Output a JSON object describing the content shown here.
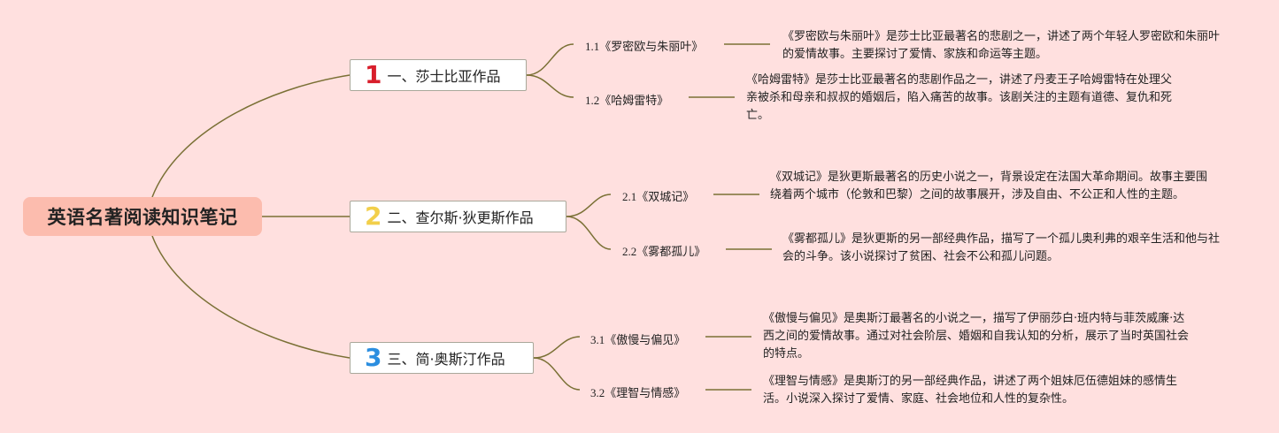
{
  "colors": {
    "background": "#ffe0df",
    "root_fill": "#fcbcae",
    "connector": "#7a7035",
    "num1": "#d81e2b",
    "num2": "#f2cf4a",
    "num3": "#2b8ee0"
  },
  "root": {
    "title": "英语名著阅读知识笔记"
  },
  "branches": [
    {
      "num": "1",
      "label": "一、莎士比亚作品",
      "children": [
        {
          "label": "1.1《罗密欧与朱丽叶》",
          "note": "《罗密欧与朱丽叶》是莎士比亚最著名的悲剧之一，讲述了两个年轻人罗密欧和朱丽叶的爱情故事。主要探讨了爱情、家族和命运等主题。"
        },
        {
          "label": "1.2《哈姆雷特》",
          "note": "《哈姆雷特》是莎士比亚最著名的悲剧作品之一，讲述了丹麦王子哈姆雷特在处理父亲被杀和母亲和叔叔的婚姻后，陷入痛苦的故事。该剧关注的主题有道德、复仇和死亡。"
        }
      ]
    },
    {
      "num": "2",
      "label": "二、查尔斯·狄更斯作品",
      "children": [
        {
          "label": "2.1《双城记》",
          "note": "《双城记》是狄更斯最著名的历史小说之一，背景设定在法国大革命期间。故事主要围绕着两个城市（伦敦和巴黎）之间的故事展开，涉及自由、不公正和人性的主题。"
        },
        {
          "label": "2.2《雾都孤儿》",
          "note": "《雾都孤儿》是狄更斯的另一部经典作品，描写了一个孤儿奥利弗的艰辛生活和他与社会的斗争。该小说探讨了贫困、社会不公和孤儿问题。"
        }
      ]
    },
    {
      "num": "3",
      "label": "三、简·奥斯汀作品",
      "children": [
        {
          "label": "3.1《傲慢与偏见》",
          "note": "《傲慢与偏见》是奥斯汀最著名的小说之一，描写了伊丽莎白·班内特与菲茨威廉·达西之间的爱情故事。通过对社会阶层、婚姻和自我认知的分析，展示了当时英国社会的特点。"
        },
        {
          "label": "3.2《理智与情感》",
          "note": "《理智与情感》是奥斯汀的另一部经典作品，讲述了两个姐妹厄伍德姐妹的感情生活。小说深入探讨了爱情、家庭、社会地位和人性的复杂性。"
        }
      ]
    }
  ]
}
